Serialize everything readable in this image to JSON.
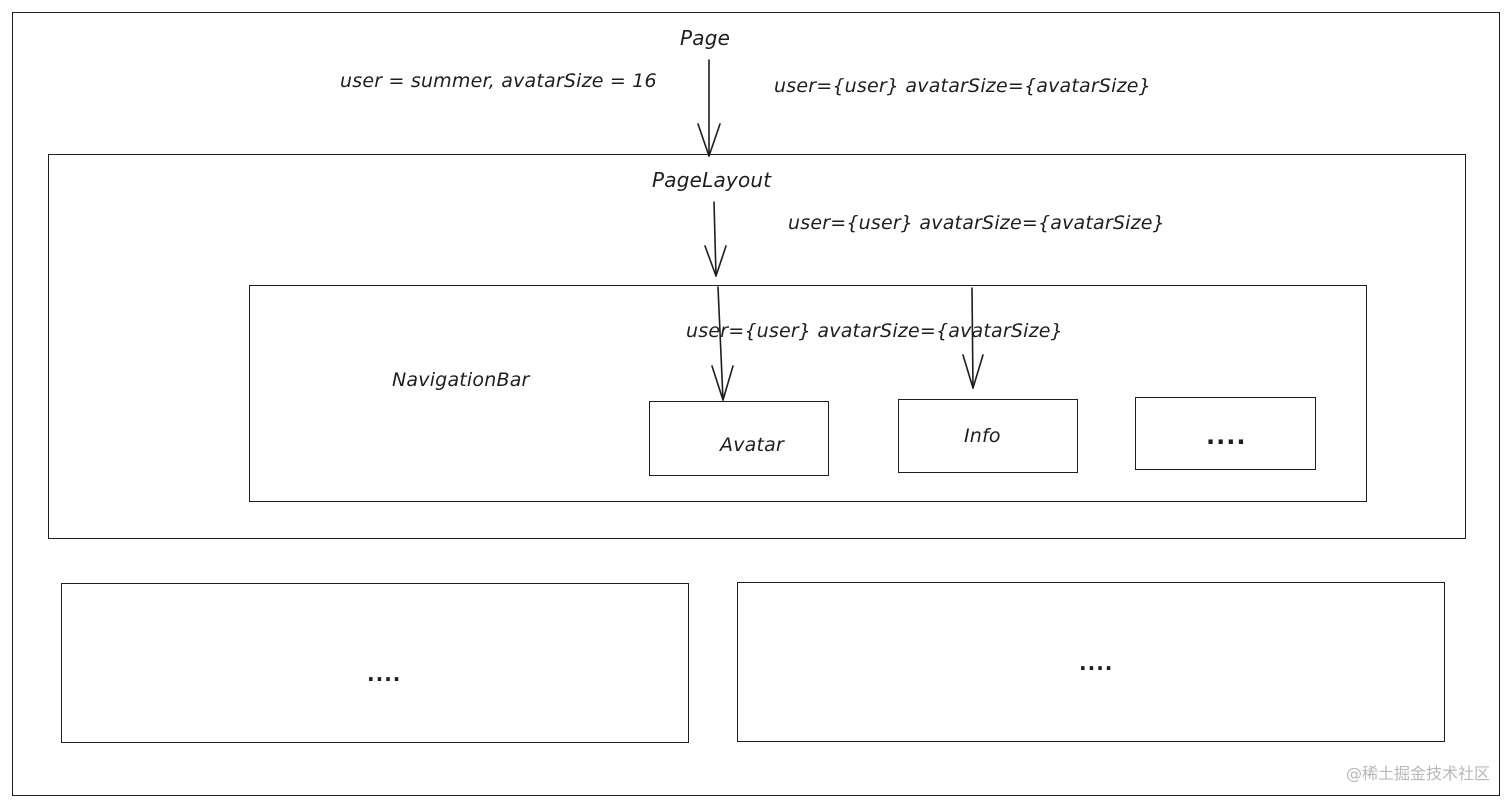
{
  "diagram": {
    "nodes": {
      "page": {
        "label": "Page"
      },
      "page_layout": {
        "label": "PageLayout"
      },
      "navigation_bar": {
        "label": "NavigationBar"
      },
      "avatar": {
        "label": "Avatar"
      },
      "info": {
        "label": "Info"
      },
      "nav_more": {
        "label": "...."
      },
      "bottom_left": {
        "label": "...."
      },
      "bottom_right": {
        "label": "...."
      }
    },
    "annotations": {
      "page_state": "user = summer, avatarSize = 16",
      "page_props": "user={user} avatarSize={avatarSize}",
      "layout_props": "user={user} avatarSize={avatarSize}",
      "nav_props": "user={user} avatarSize={avatarSize}"
    },
    "edges": [
      {
        "from": "Page",
        "to": "PageLayout"
      },
      {
        "from": "PageLayout",
        "to": "NavigationBar"
      },
      {
        "from": "NavigationBar",
        "to": "Avatar"
      },
      {
        "from": "NavigationBar",
        "to": "Info"
      }
    ]
  },
  "watermark": "@稀土掘金技术社区"
}
